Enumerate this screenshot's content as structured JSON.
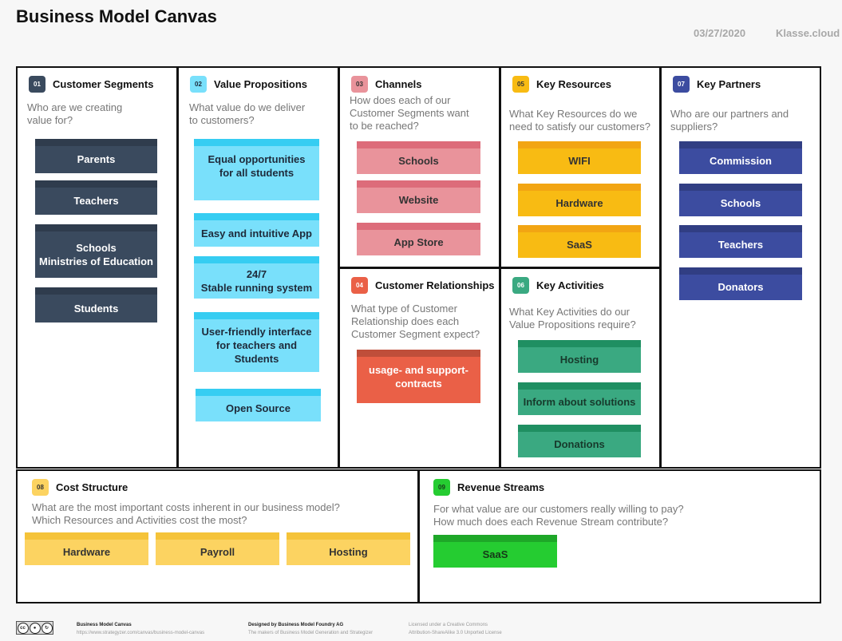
{
  "header": {
    "title": "Business Model Canvas",
    "date": "03/27/2020",
    "brand": "Klasse.cloud"
  },
  "colors": {
    "border": "#111111",
    "customer_segments": "#3a4a5e",
    "value_propositions": "#79e0fb",
    "channels": "#e9939b",
    "customer_relationships": "#ea6047",
    "key_resources": "#f8bb13",
    "key_activities": "#3aa981",
    "key_partners": "#3c4ca0",
    "cost_structure": "#fcd361",
    "revenue_streams": "#25cc31"
  },
  "sections": {
    "customer_segments": {
      "number": "01",
      "title": "Customer Segments",
      "question": "Who are we creating\nvalue for?",
      "notes": [
        "Parents",
        "Teachers",
        "Schools\nMinistries of Education",
        "Students"
      ]
    },
    "value_propositions": {
      "number": "02",
      "title": "Value Propositions",
      "question": "What value do we deliver\nto customers?",
      "notes": [
        "Equal opportunities\nfor all students",
        "Easy and intuitive App",
        "24/7\nStable running system",
        "User-friendly interface\nfor teachers and\nStudents",
        "Open Source"
      ]
    },
    "channels": {
      "number": "03",
      "title": "Channels",
      "question": "How does each of our\nCustomer Segments want\nto be reached?",
      "notes": [
        "Schools",
        "Website",
        "App Store"
      ]
    },
    "customer_relationships": {
      "number": "04",
      "title": "Customer Relationships",
      "question": "What type of Customer\nRelationship does each\nCustomer Segment expect?",
      "notes": [
        "usage- and support-\ncontracts"
      ]
    },
    "key_resources": {
      "number": "05",
      "title": "Key Resources",
      "question": "What Key Resources do we\nneed to satisfy our customers?",
      "notes": [
        "WIFI",
        "Hardware",
        "SaaS"
      ]
    },
    "key_activities": {
      "number": "06",
      "title": "Key Activities",
      "question": "What Key Activities do our\nValue Propositions require?",
      "notes": [
        "Hosting",
        "Inform about solutions",
        "Donations"
      ]
    },
    "key_partners": {
      "number": "07",
      "title": "Key Partners",
      "question": "Who are our partners and\nsuppliers?",
      "notes": [
        "Commission",
        "Schools",
        "Teachers",
        "Donators"
      ]
    },
    "cost_structure": {
      "number": "08",
      "title": "Cost Structure",
      "question": "What are the most important costs inherent in our business model?\nWhich Resources and Activities cost the most?",
      "notes": [
        "Hardware",
        "Payroll",
        "Hosting"
      ]
    },
    "revenue_streams": {
      "number": "09",
      "title": "Revenue Streams",
      "question": "For what value are our customers really willing to pay?\nHow much does each Revenue Stream contribute?",
      "notes": [
        "SaaS"
      ]
    }
  },
  "footer": {
    "cc_badge": "cc",
    "canvas_title": "Business Model Canvas",
    "canvas_url": "https://www.strategyzer.com/canvas/business-model-canvas",
    "designed_by": "Designed by Business Model Foundry AG",
    "makers": "The makers of Business Model Generation and Strategizer",
    "license_line1": "Licensed under a Creative Commons",
    "license_line2": "Attribution-ShareAlike 3.0 Unported License"
  }
}
